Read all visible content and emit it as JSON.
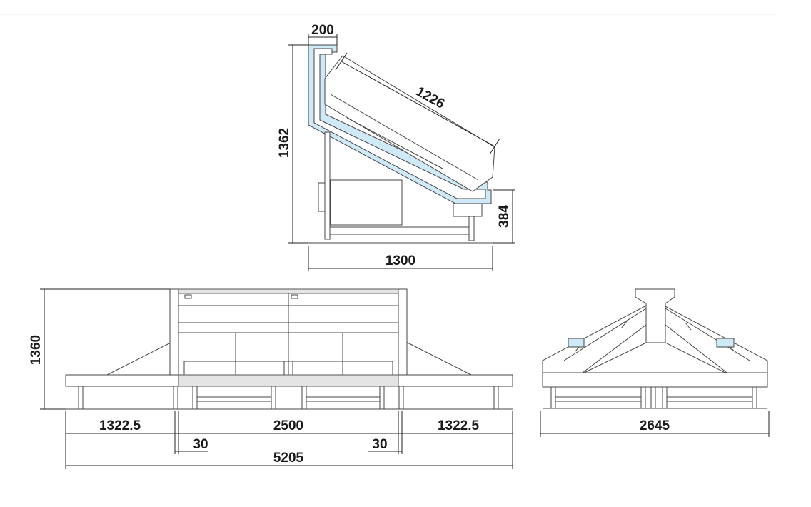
{
  "colors": {
    "accent": "#cfe9f7",
    "line": "#444444",
    "text": "#1a1a1a",
    "shade": "#e4e4e4"
  },
  "side_view": {
    "dim_top_width": "200",
    "dim_height": "1362",
    "dim_glass": "1226",
    "dim_front_height": "384",
    "dim_depth": "1300"
  },
  "front_view": {
    "dim_height": "1360",
    "dim_left_end": "1322.5",
    "dim_center": "2500",
    "dim_right_end": "1322.5",
    "dim_gap_left": "30",
    "dim_gap_right": "30",
    "dim_total": "5205"
  },
  "end_view": {
    "dim_width": "2645"
  }
}
